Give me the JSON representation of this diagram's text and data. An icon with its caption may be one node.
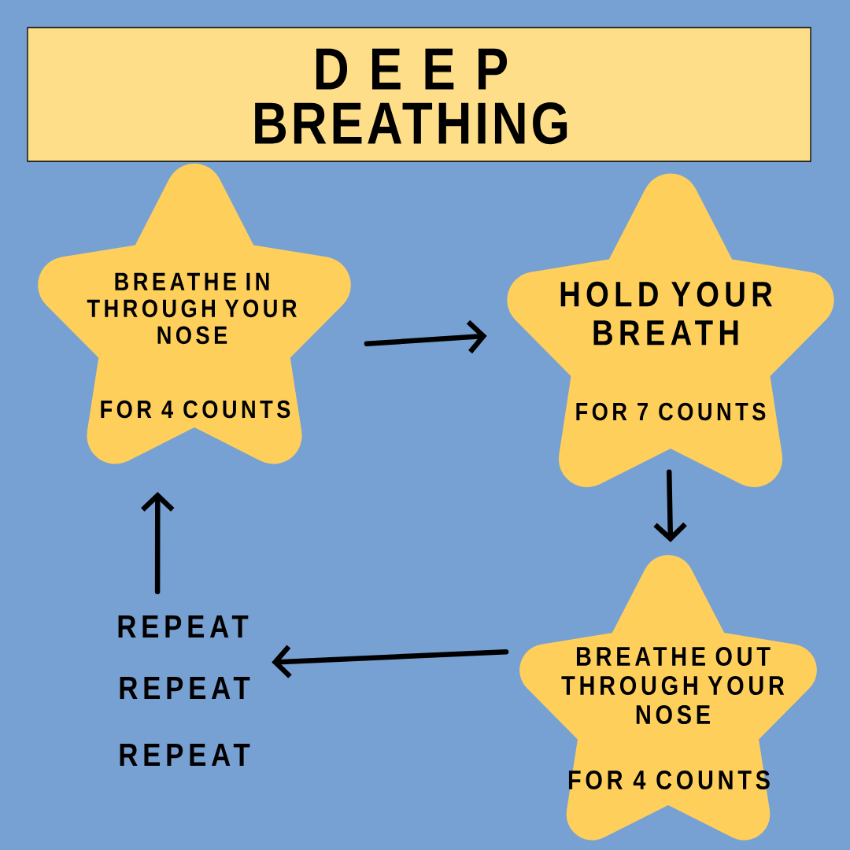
{
  "diagram": {
    "title": "D E E P BREATHING",
    "nodes": [
      {
        "text": [
          "BREATHE IN THROUGH YOUR NOSE",
          "FOR 4 COUNTS"
        ]
      },
      {
        "text": [
          "HOLD YOUR BREATH",
          "FOR 7 COUNTS"
        ]
      },
      {
        "text": [
          "BREATHE OUT THROUGH YOUR NOSE",
          "FOR 4 COUNTS"
        ]
      },
      {
        "text": [
          "REPEAT",
          "REPEAT",
          "REPEAT"
        ]
      }
    ],
    "edges": [
      {
        "from": 0,
        "to": 1,
        "arrow": "to"
      },
      {
        "from": 1,
        "to": 2,
        "arrow": "to"
      },
      {
        "from": 2,
        "to": 3,
        "arrow": "to"
      },
      {
        "from": 3,
        "to": 0,
        "arrow": "to"
      }
    ]
  }
}
